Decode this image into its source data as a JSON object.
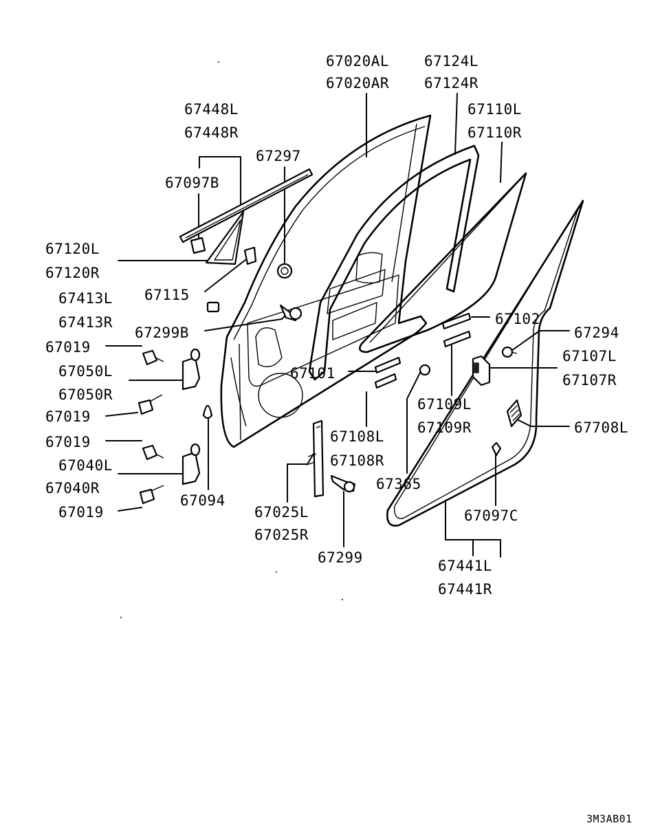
{
  "labels": {
    "p67020AL": "67020AL",
    "p67020AR": "67020AR",
    "p67124L": "67124L",
    "p67124R": "67124R",
    "p67448L": "67448L",
    "p67448R": "67448R",
    "p67110L": "67110L",
    "p67110R": "67110R",
    "p67297": "67297",
    "p67097B": "67097B",
    "p67120L": "67120L",
    "p67120R": "67120R",
    "p67115": "67115",
    "p67413L": "67413L",
    "p67413R": "67413R",
    "p67102": "67102",
    "p67299B": "67299B",
    "p67294": "67294",
    "p67019a": "67019",
    "p67107L": "67107L",
    "p67050L": "67050L",
    "p67107R": "67107R",
    "p67101": "67101",
    "p67050R": "67050R",
    "p67109L": "67109L",
    "p67019b": "67019",
    "p67708L": "67708L",
    "p67109R": "67109R",
    "p67108L": "67108L",
    "p67019c": "67019",
    "p67040L": "67040L",
    "p67108R": "67108R",
    "p67040R": "67040R",
    "p67365": "67365",
    "p67094": "67094",
    "p67019d": "67019",
    "p67025L": "67025L",
    "p67097C": "67097C",
    "p67025R": "67025R",
    "p67299": "67299",
    "p67441L": "67441L",
    "p67441R": "67441R"
  },
  "diagram_code": "3M3AB01"
}
